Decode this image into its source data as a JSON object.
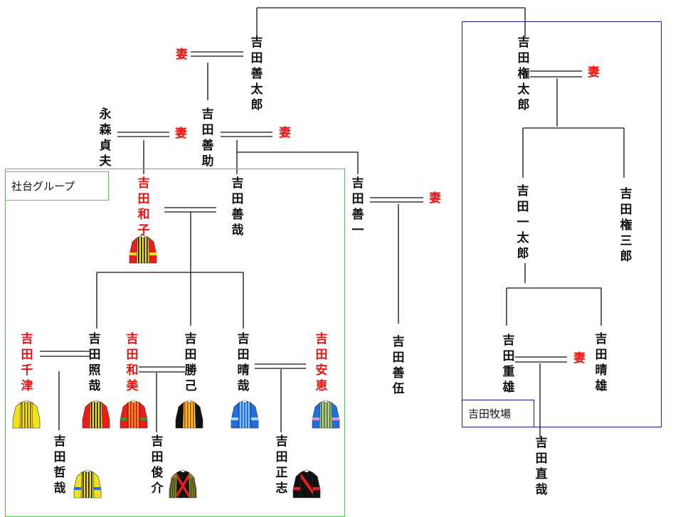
{
  "diagram": {
    "title": "吉田家 家系図",
    "colors": {
      "line": "#111111",
      "female_text": "#ee1111",
      "male_text": "#111111",
      "shadai_border": "#44cc44",
      "yoshida_farm_border": "#1a1a8c"
    },
    "groups": {
      "shadai": {
        "label": "社台グループ"
      },
      "yoshida_farm": {
        "label": "吉田牧場"
      }
    },
    "wife_label": "妻",
    "people": {
      "zentaro": {
        "name": "吉田善太郎",
        "gender": "male"
      },
      "gontaro": {
        "name": "吉田権太郎",
        "gender": "male"
      },
      "nagamori": {
        "name": "永森貞夫",
        "gender": "male"
      },
      "zensuke": {
        "name": "吉田善助",
        "gender": "male"
      },
      "kazuko": {
        "name": "吉田和子",
        "gender": "female"
      },
      "zenya": {
        "name": "吉田善哉",
        "gender": "male"
      },
      "zenichi": {
        "name": "吉田善一",
        "gender": "male"
      },
      "zengo": {
        "name": "吉田善伍",
        "gender": "male"
      },
      "ichitaro": {
        "name": "吉田一太郎",
        "gender": "male"
      },
      "gonzaburo": {
        "name": "吉田権三郎",
        "gender": "male"
      },
      "chizu": {
        "name": "吉田千津",
        "gender": "female"
      },
      "teruya": {
        "name": "吉田照哉",
        "gender": "male"
      },
      "kazumi": {
        "name": "吉田和美",
        "gender": "female"
      },
      "katsumi": {
        "name": "吉田勝己",
        "gender": "male"
      },
      "haruya": {
        "name": "吉田晴哉",
        "gender": "male"
      },
      "yasue": {
        "name": "吉田安恵",
        "gender": "female"
      },
      "tetsuya": {
        "name": "吉田哲哉",
        "gender": "male"
      },
      "shunsuke": {
        "name": "吉田俊介",
        "gender": "male"
      },
      "masashi": {
        "name": "吉田正志",
        "gender": "male"
      },
      "shigeo": {
        "name": "吉田重雄",
        "gender": "male"
      },
      "haruo": {
        "name": "吉田晴雄",
        "gender": "male"
      },
      "naoya": {
        "name": "吉田直哉",
        "gender": "male"
      }
    },
    "silks": {
      "kazuko": {
        "icon": "jersey-icon",
        "body": "#f2e21a",
        "stripes": "#111111",
        "sleeves": "#ee1c1c",
        "sleeve_band": "#f2e21a",
        "pattern": "vertical-stripes"
      },
      "chizu": {
        "icon": "jersey-icon",
        "body": "#f2e21a",
        "stripes": "#7a5a00",
        "sleeves": "#f2e21a",
        "sleeve_band": null,
        "pattern": "vertical-stripes"
      },
      "teruya": {
        "icon": "jersey-icon",
        "body": "#f2e21a",
        "stripes": "#111111",
        "sleeves": "#ee1c1c",
        "sleeve_band": null,
        "pattern": "vertical-stripes"
      },
      "kazumi": {
        "icon": "jersey-icon",
        "body": "#ee1c1c",
        "stripes": "#f2c21a",
        "sleeves": "#ee1c1c",
        "sleeve_band": "#2aa02a",
        "pattern": "vertical-stripes"
      },
      "katsumi": {
        "icon": "jersey-icon",
        "body": "#f2e21a",
        "stripes": "#ee1c1c",
        "sleeves": "#111111",
        "sleeve_band": null,
        "pattern": "vertical-stripes"
      },
      "haruya": {
        "icon": "jersey-icon",
        "body": "#1e6fe0",
        "stripes": "#a8d4ff",
        "sleeves": "#1e6fe0",
        "sleeve_band": "#a8d4ff",
        "pattern": "vertical-stripes"
      },
      "yasue": {
        "icon": "jersey-icon",
        "body": "#c8d830",
        "stripes": "#2a60c0",
        "sleeves": "#1e6fe0",
        "sleeve_band": "#e090e0",
        "pattern": "vertical-stripes"
      },
      "tetsuya": {
        "icon": "jersey-icon",
        "body": "#f2e21a",
        "stripes": "#111111",
        "sleeves": "#f2e21a",
        "sleeve_band": "#1e6fe0",
        "pattern": "vertical-stripes"
      },
      "shunsuke": {
        "icon": "jersey-icon",
        "body": "#111111",
        "stripes": "#ee1c1c",
        "sleeves": "#8a8a20",
        "sleeve_band": null,
        "pattern": "cross"
      },
      "masashi": {
        "icon": "jersey-icon",
        "body": "#111111",
        "stripes": "#ee1c1c",
        "sleeves": "#111111",
        "sleeve_band": "#ee1c1c",
        "pattern": "sash"
      }
    }
  }
}
